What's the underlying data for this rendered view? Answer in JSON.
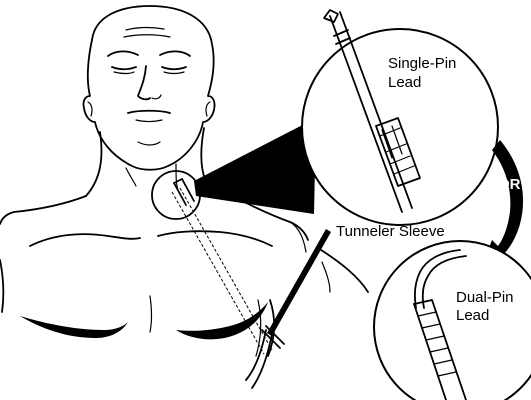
{
  "labels": {
    "single_pin_line1": "Single-Pin",
    "single_pin_line2": "Lead",
    "tunneler_sleeve": "Tunneler Sleeve",
    "dual_pin_line1": "Dual-Pin",
    "dual_pin_line2": "Lead",
    "or": "OR"
  },
  "colors": {
    "line": "#000000",
    "background": "#ffffff",
    "or_text": "#ffffff"
  }
}
